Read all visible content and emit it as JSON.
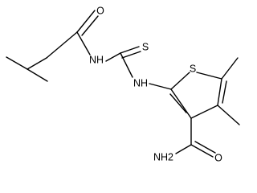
{
  "molecule": {
    "atom_labels": {
      "carbonyl_oxygen": "O",
      "amide_nitrogen": "NH",
      "thione_sulfur": "S",
      "thiourea_nitrogen": "NH",
      "ring_sulfur": "S",
      "carboxamide_oxygen": "O",
      "carboxamide_nitrogen": "NH2"
    },
    "colors": {
      "bond": "#000000",
      "label": "#000000",
      "background": "#ffffff"
    }
  }
}
